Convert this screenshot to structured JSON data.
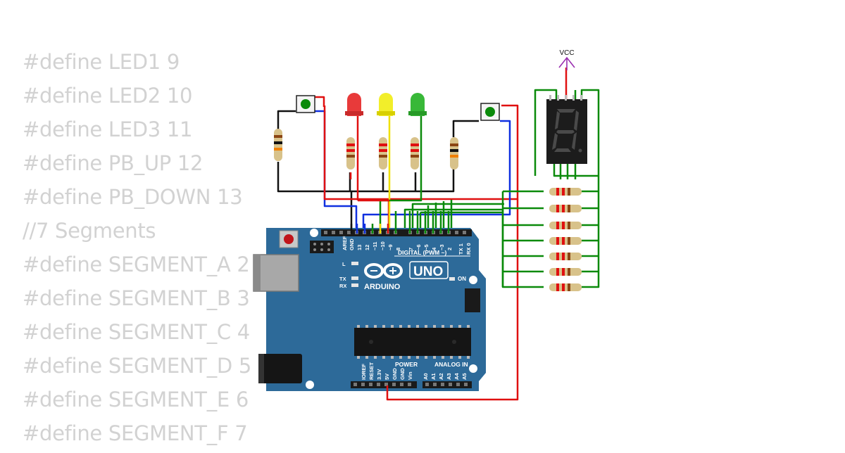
{
  "code_lines": [
    "#define LED1 9",
    "#define LED2 10",
    "#define LED3 11",
    "#define PB_UP 12",
    "#define PB_DOWN 13",
    "//7 Segments",
    "#define SEGMENT_A 2",
    "#define SEGMENT_B 3",
    "#define SEGMENT_C 4",
    "#define SEGMENT_D 5",
    "#define SEGMENT_E 6",
    "#define SEGMENT_F 7"
  ],
  "board": {
    "brand": "ARDUINO",
    "model": "UNO",
    "digital_header": "DIGITAL (PWM ~)",
    "power_header": "POWER",
    "analog_header": "ANALOG IN",
    "on_label": "ON",
    "l_label": "L",
    "tx_label": "TX",
    "rx_label": "RX",
    "digital_pins": [
      "AREF",
      "GND",
      "13",
      "12",
      "~11",
      "~10",
      "~9",
      "8",
      "7",
      "~6",
      "~5",
      "4",
      "~3",
      "2",
      "TX 1",
      "RX 0"
    ],
    "power_pins": [
      "IOREF",
      "RESET",
      "3.3V",
      "5V",
      "GND",
      "GND",
      "Vin"
    ],
    "analog_pins": [
      "A0",
      "A1",
      "A2",
      "A3",
      "A4",
      "A5"
    ]
  },
  "vcc_label": "VCC",
  "colors": {
    "board": "#2d6a99",
    "wire_red": "#e01010",
    "wire_blue": "#1030e0",
    "wire_green": "#0a8a0a",
    "wire_black": "#111111",
    "wire_yellow": "#f0e000",
    "led_red": "#e83a3a",
    "led_yellow": "#f2ee2a",
    "led_green": "#38b838",
    "vcc": "#9a2fb0"
  }
}
